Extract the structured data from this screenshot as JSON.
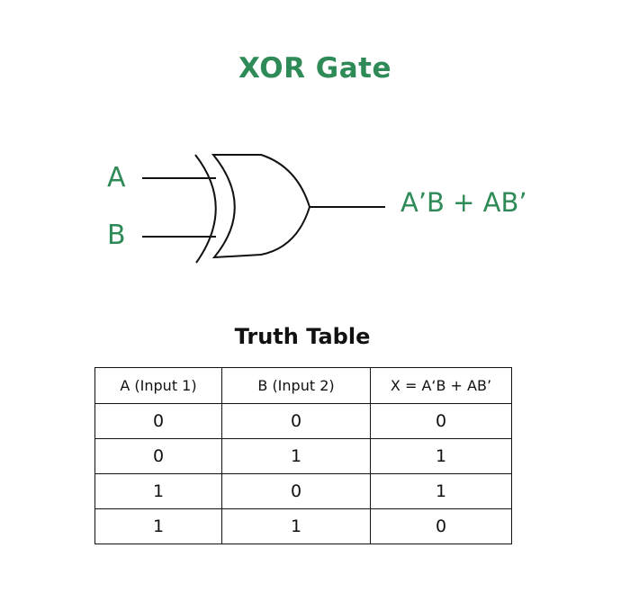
{
  "diagram": {
    "title": "XOR Gate",
    "gate_type": "xor",
    "accent_color": "#2e8b57",
    "inputs": [
      "A",
      "B"
    ],
    "output": "A’B + AB’"
  },
  "truth_table": {
    "title": "Truth Table",
    "headers": [
      "A (Input 1)",
      "B (Input 2)",
      "X = A‘B + AB’"
    ],
    "rows": [
      [
        "0",
        "0",
        "0"
      ],
      [
        "0",
        "1",
        "1"
      ],
      [
        "1",
        "0",
        "1"
      ],
      [
        "1",
        "1",
        "0"
      ]
    ]
  }
}
